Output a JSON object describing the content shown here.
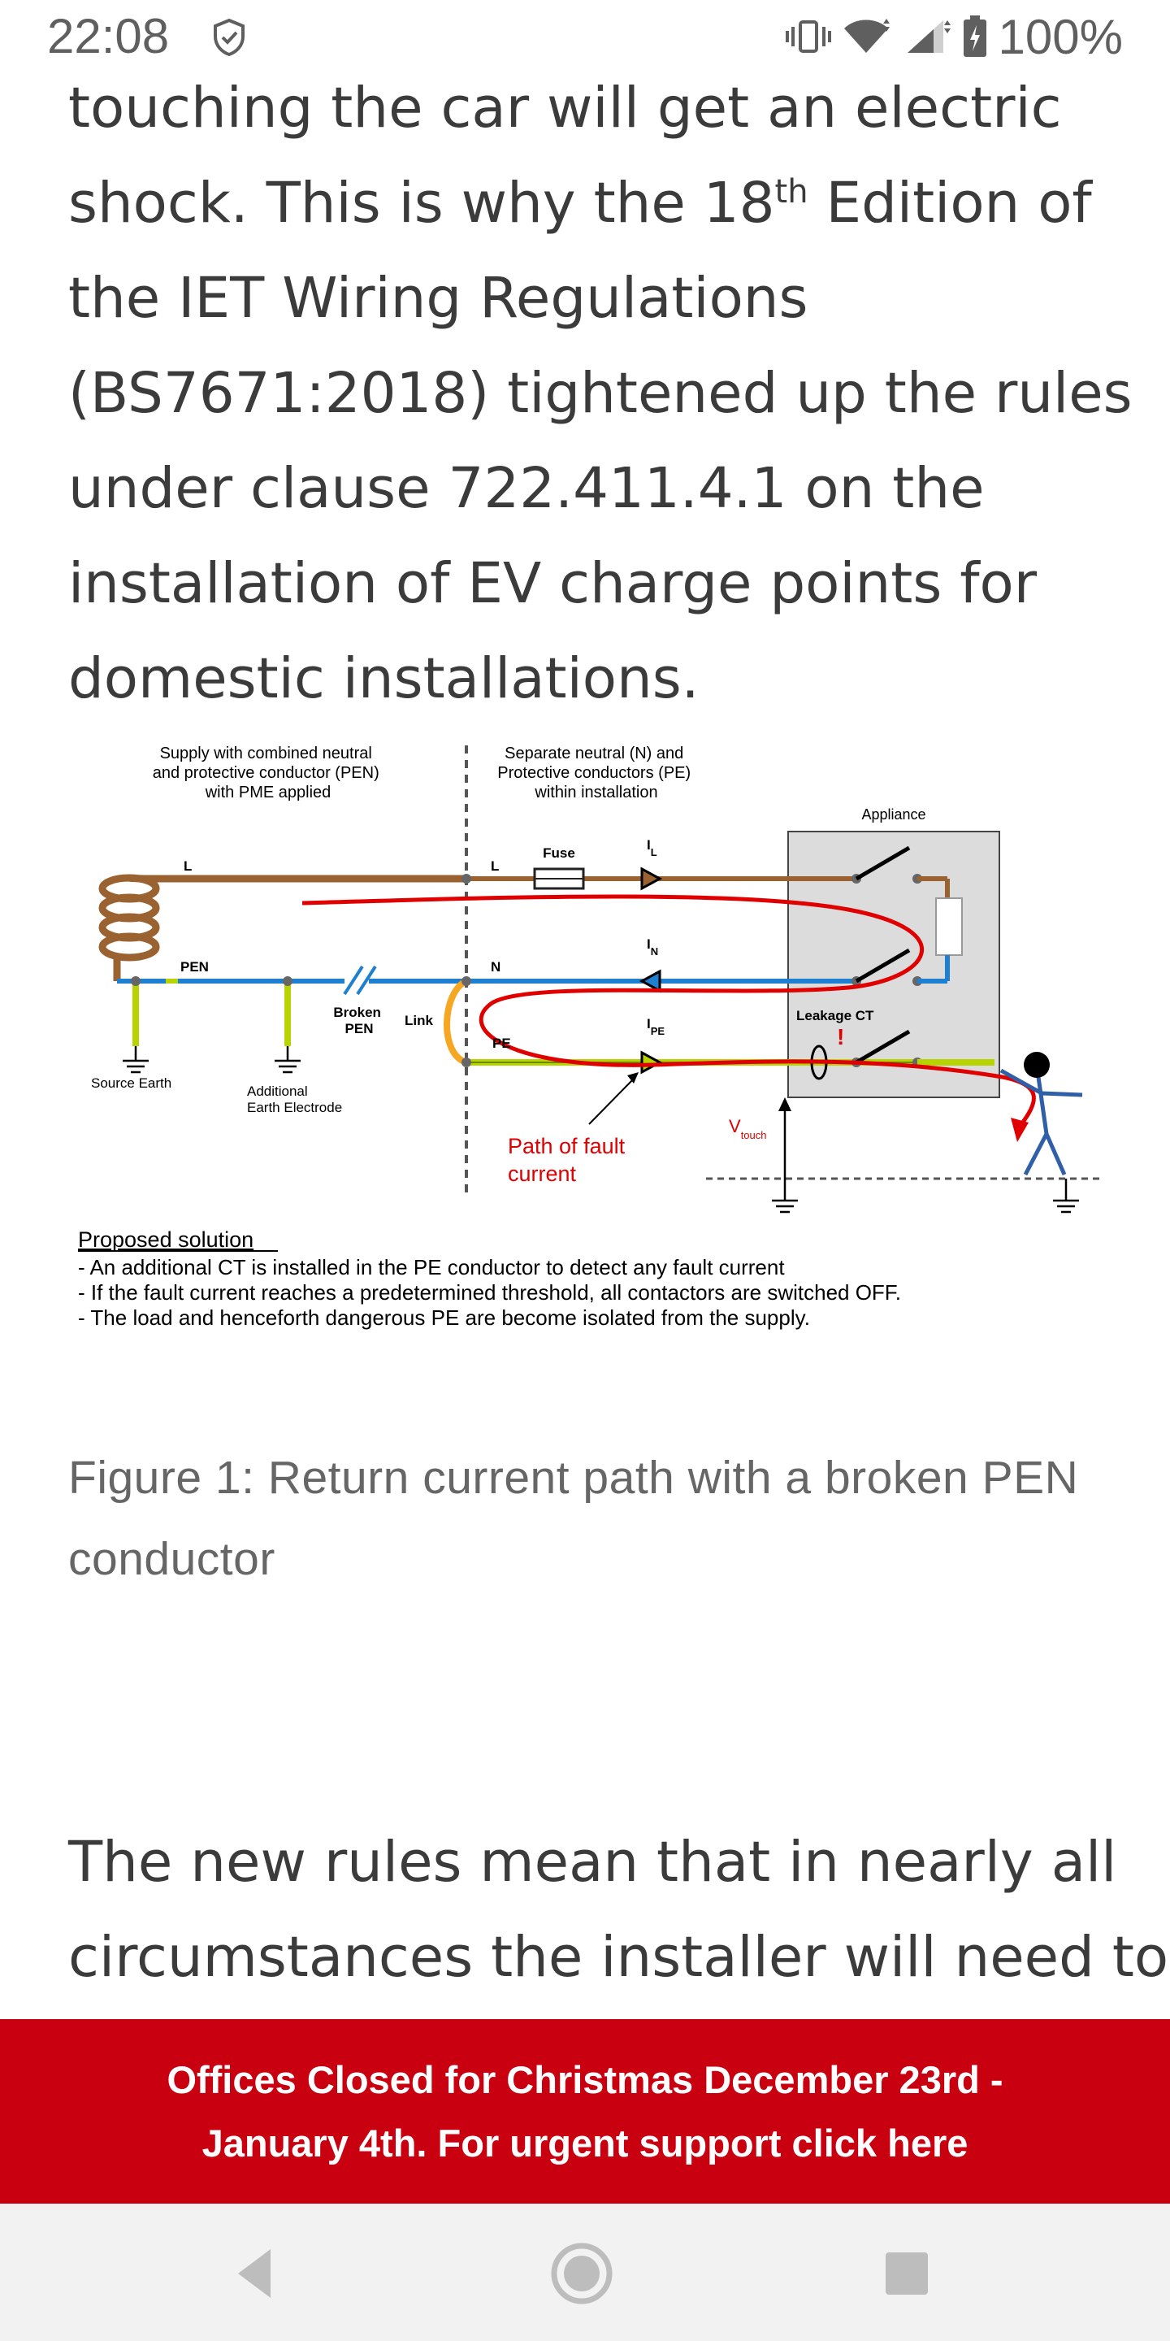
{
  "status_bar": {
    "time": "22:08",
    "battery": "100%",
    "icons": [
      "shield-icon",
      "vibrate-icon",
      "wifi-icon",
      "signal-icon",
      "battery-icon"
    ]
  },
  "article": {
    "para1_lines": [
      "touching the car will get an electric",
      "shock.  This is why the 18",
      "the IET Wiring Regulations",
      "(BS7671:2018) tightened up the rules",
      "under clause 722.411.4.1 on the",
      "installation of EV charge points for",
      "domestic installations."
    ],
    "para1_sup": "th",
    "para1_line2_tail": " Edition of",
    "para2_lines": [
      "The new rules mean that in nearly all",
      "circumstances the installer will need to"
    ]
  },
  "figure": {
    "left_header": [
      "Supply with combined neutral",
      "and protective conductor (PEN)",
      "with PME applied"
    ],
    "right_header": [
      "Separate neutral (N) and",
      "Protective conductors (PE)",
      "within installation"
    ],
    "appliance": "Appliance",
    "labels": {
      "L_left": "L",
      "PEN": "PEN",
      "L_mid": "L",
      "N_mid": "N",
      "PE_mid": "PE",
      "fuse": "Fuse",
      "broken_pen": [
        "Broken",
        "PEN"
      ],
      "link": "Link",
      "source_earth": "Source Earth",
      "additional_earth": [
        "Additional",
        "Earth Electrode"
      ],
      "leakage_ct": "Leakage CT",
      "fault_path": [
        "Path of fault",
        "current"
      ],
      "v_touch": "V",
      "v_touch_sub": "touch",
      "I_L": "I",
      "I_L_sub": "L",
      "I_N": "I",
      "I_N_sub": "N",
      "I_PE": "I",
      "I_PE_sub": "PE",
      "exclaim": "!"
    },
    "solution_title": "Proposed solution",
    "solution_lines": [
      "- An additional CT is installed in the PE conductor to detect any fault current",
      "- If the fault current reaches a predetermined threshold, all contactors are switched OFF.",
      "- The load and henceforth dangerous PE are become isolated from the supply."
    ]
  },
  "caption_lines": [
    "Figure 1: Return current path with a broken PEN",
    "conductor"
  ],
  "banner": {
    "line1": "Offices Closed for Christmas December 23rd -",
    "line2": "January 4th. For urgent support click here"
  },
  "nav": [
    "back-icon",
    "home-icon",
    "recents-icon"
  ],
  "colors": {
    "banner": "#c8000f",
    "live": "#9a6230",
    "neutral": "#1f7fd0",
    "earth": "#b8d400",
    "fault": "#e00000",
    "link": "#f5a623"
  }
}
